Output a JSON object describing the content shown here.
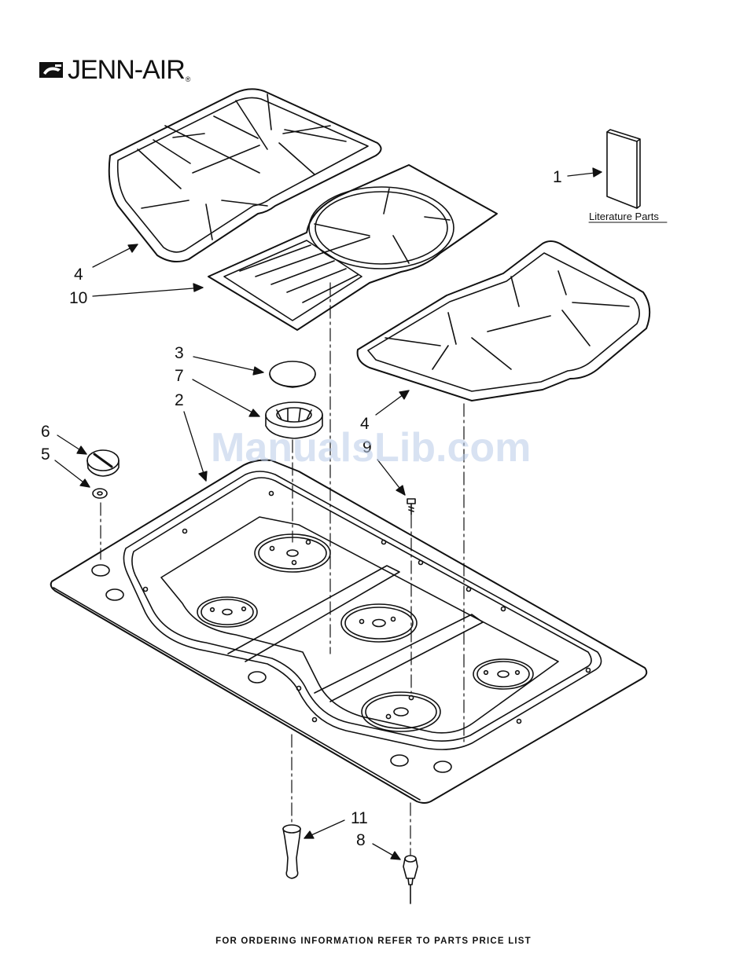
{
  "brand": {
    "name": "JENN-AIR",
    "registered": "®"
  },
  "watermark": "ManualsLib.com",
  "footer": "FOR ORDERING INFORMATION REFER TO PARTS PRICE LIST",
  "literature": {
    "label": "Literature Parts"
  },
  "callouts": {
    "lit_1": "1",
    "grate_left_4": "4",
    "grate_center_10": "10",
    "cap_3": "3",
    "head_7": "7",
    "cooktop_2": "2",
    "knob_6": "6",
    "washer_5": "5",
    "grate_right_4": "4",
    "screw_9": "9",
    "foot_11": "11",
    "igniter_8": "8"
  }
}
